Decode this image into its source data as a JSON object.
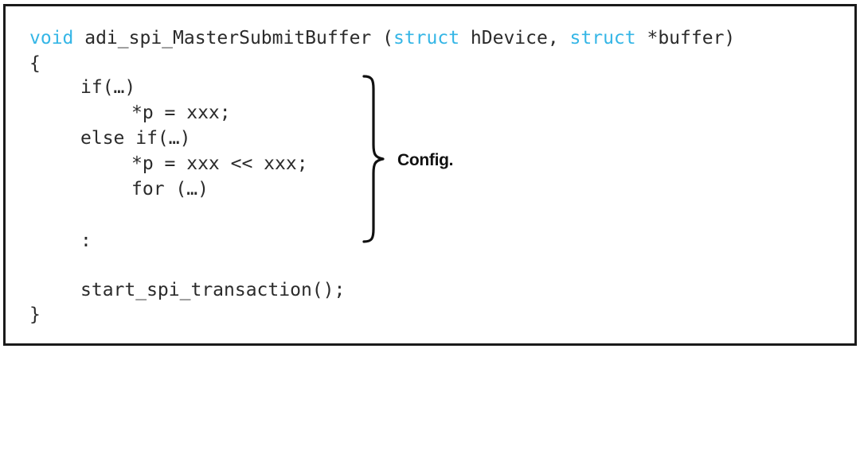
{
  "code": {
    "signature": {
      "return_type": "void",
      "function_name": " adi_spi_MasterSubmitBuffer (",
      "kw_struct_1": "struct",
      "param1": " hDevice, ",
      "kw_struct_2": "struct",
      "param2": " *buffer)"
    },
    "lines": [
      "{",
      "if(…)",
      "*p = xxx;",
      "else if(…)",
      "*p = xxx << xxx;",
      "for (…)",
      ":",
      "start_spi_transaction();",
      "}"
    ]
  },
  "annotation": {
    "label": "Config.",
    "brace_color": "#111111"
  },
  "colors": {
    "keyword": "#35b6e6",
    "text": "#2b2b2b",
    "border": "#1a1a1a"
  }
}
